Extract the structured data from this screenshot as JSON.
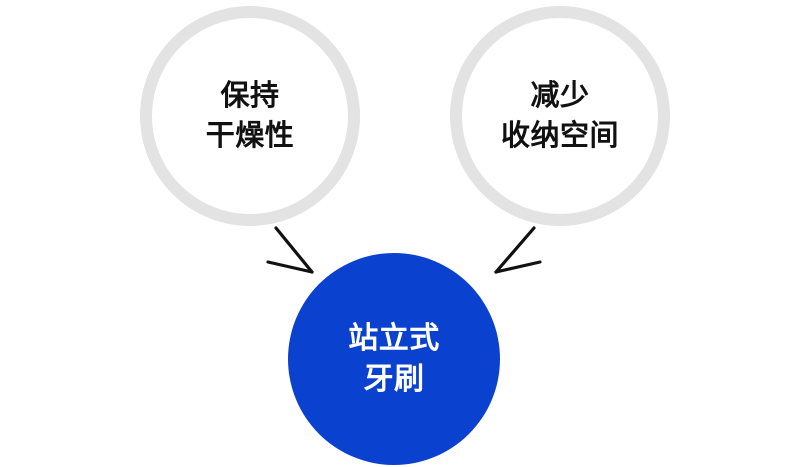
{
  "diagram": {
    "type": "convergent-arrow-diagram",
    "background_color": "#ffffff",
    "nodes": [
      {
        "id": "keep-dry",
        "role": "benefit",
        "shape": "circle-outline",
        "lines": [
          "保持",
          "干燥性"
        ],
        "line1": "保持",
        "line2": "干燥性",
        "stroke_color": "#e3e3e3",
        "fill_color": "#ffffff",
        "text_color": "#111111"
      },
      {
        "id": "reduce-storage",
        "role": "benefit",
        "shape": "circle-outline",
        "lines": [
          "减少",
          "收纳空间"
        ],
        "line1": "减少",
        "line2": "收纳空间",
        "stroke_color": "#e3e3e3",
        "fill_color": "#ffffff",
        "text_color": "#111111"
      },
      {
        "id": "product",
        "role": "subject",
        "shape": "circle-filled",
        "lines": [
          "站立式",
          "牙刷"
        ],
        "line1": "站立式",
        "line2": "牙刷",
        "fill_color": "#0a42cf",
        "text_color": "#ffffff"
      }
    ],
    "connectors": [
      {
        "id": "keep-dry-to-product",
        "from": "keep-dry",
        "to": "product",
        "style": "arrow",
        "color": "#111111",
        "direction": "down-right"
      },
      {
        "id": "reduce-storage-to-product",
        "from": "reduce-storage",
        "to": "product",
        "style": "arrow",
        "color": "#111111",
        "direction": "down-left"
      }
    ]
  }
}
